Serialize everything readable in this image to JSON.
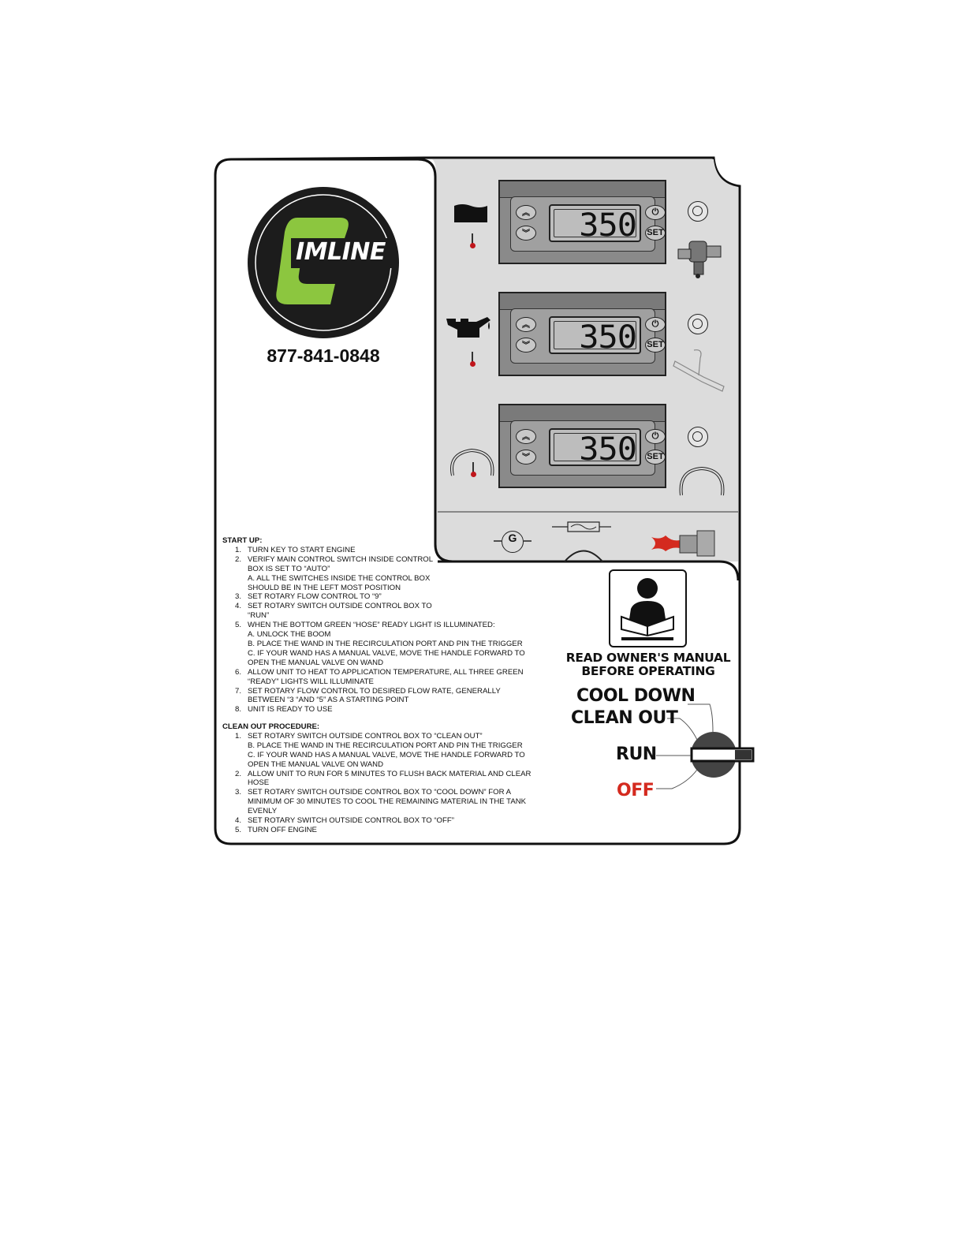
{
  "brand": {
    "logo_text": "IMLINE",
    "phone": "877-841-0848",
    "accent_green": "#8cc63f",
    "logo_black": "#1c1c1c"
  },
  "controllers": [
    {
      "readout": "350",
      "up_icon": "chevron-up-icon",
      "down_icon": "chevron-down-icon",
      "onoff_label": "⏻",
      "set_label": "SET",
      "left_icon": "tank-level-icon",
      "right_icon": "burner-valve-icon"
    },
    {
      "readout": "350",
      "up_icon": "chevron-up-icon",
      "down_icon": "chevron-down-icon",
      "onoff_label": "⏻",
      "set_label": "SET",
      "left_icon": "oil-can-icon",
      "right_icon": "wand-icon"
    },
    {
      "readout": "350",
      "up_icon": "chevron-up-icon",
      "down_icon": "chevron-down-icon",
      "onoff_label": "⏻",
      "set_label": "SET",
      "left_icon": "hose-icon",
      "right_icon": "hose-icon"
    }
  ],
  "bottom_strip": {
    "gauge_label": "G",
    "icons": [
      "fuse-icon",
      "flame-icon"
    ]
  },
  "startup": {
    "title": "START UP:",
    "lines": [
      {
        "num": "1.",
        "text": "TURN KEY TO START ENGINE",
        "indent": 1
      },
      {
        "num": "2.",
        "text": "VERIFY MAIN CONTROL SWITCH INSIDE CONTROL",
        "indent": 1
      },
      {
        "num": "",
        "text": "BOX IS SET TO “AUTO”",
        "indent": 2
      },
      {
        "num": "",
        "text": "A.   ALL THE SWITCHES INSIDE THE CONTROL BOX",
        "indent": 2
      },
      {
        "num": "",
        "text": "SHOULD BE IN THE LEFT MOST POSITION",
        "indent": 2
      },
      {
        "num": "3.",
        "text": "SET ROTARY FLOW CONTROL TO “9”",
        "indent": 1
      },
      {
        "num": "4.",
        "text": "SET ROTARY SWITCH OUTSIDE CONTROL BOX TO",
        "indent": 1
      },
      {
        "num": "",
        "text": "“RUN”",
        "indent": 2
      },
      {
        "num": "5.",
        "text": "WHEN THE BOTTOM GREEN “HOSE” READY LIGHT IS ILLUMINATED:",
        "indent": 1
      },
      {
        "num": "",
        "text": "A.   UNLOCK THE BOOM",
        "indent": 2
      },
      {
        "num": "",
        "text": "B.   PLACE THE WAND IN THE RECIRCULATION PORT AND PIN THE TRIGGER",
        "indent": 2
      },
      {
        "num": "",
        "text": "C.   IF YOUR WAND HAS A MANUAL VALVE, MOVE THE HANDLE FORWARD TO",
        "indent": 2
      },
      {
        "num": "",
        "text": "OPEN THE MANUAL VALVE ON WAND",
        "indent": 2
      },
      {
        "num": "6.",
        "text": "ALLOW UNIT TO HEAT TO APPLICATION TEMPERATURE, ALL THREE GREEN",
        "indent": 1
      },
      {
        "num": "",
        "text": "“READY” LIGHTS WILL ILLUMINATE",
        "indent": 2
      },
      {
        "num": "7.",
        "text": "SET ROTARY FLOW CONTROL TO DESIRED FLOW RATE, GENERALLY",
        "indent": 1
      },
      {
        "num": "",
        "text": "BETWEEN “3 “AND “5” AS A STARTING POINT",
        "indent": 2
      },
      {
        "num": "8.",
        "text": "UNIT IS READY TO USE",
        "indent": 1
      }
    ]
  },
  "cleanout": {
    "title": "CLEAN OUT PROCEDURE:",
    "lines": [
      {
        "num": "1.",
        "text": "SET ROTARY SWITCH OUTSIDE CONTROL BOX TO “CLEAN OUT”",
        "indent": 1
      },
      {
        "num": "",
        "text": "B.   PLACE THE WAND IN THE RECIRCULATION PORT AND PIN THE TRIGGER",
        "indent": 2
      },
      {
        "num": "",
        "text": "C.   IF YOUR WAND HAS A MANUAL VALVE, MOVE THE HANDLE FORWARD TO",
        "indent": 2
      },
      {
        "num": "",
        "text": "OPEN THE MANUAL VALVE ON WAND",
        "indent": 2
      },
      {
        "num": "2.",
        "text": "ALLOW UNIT TO RUN FOR 5 MINUTES TO FLUSH BACK MATERIAL AND CLEAR",
        "indent": 1
      },
      {
        "num": "",
        "text": "HOSE",
        "indent": 2
      },
      {
        "num": "3.",
        "text": "SET ROTARY SWITCH OUTSIDE CONTROL BOX TO “COOL DOWN” FOR A",
        "indent": 1
      },
      {
        "num": "",
        "text": "MINIMUM OF 30 MINUTES TO COOL THE REMAINING MATERIAL IN THE TANK",
        "indent": 2
      },
      {
        "num": "",
        "text": "EVENLY",
        "indent": 2
      },
      {
        "num": "4.",
        "text": "SET ROTARY SWITCH OUTSIDE CONTROL BOX TO “OFF”",
        "indent": 1
      },
      {
        "num": "5.",
        "text": "TURN OFF ENGINE",
        "indent": 1
      }
    ]
  },
  "manual": {
    "icon": "read-manual-icon",
    "line1": "READ OWNER'S MANUAL",
    "line2": "BEFORE OPERATING"
  },
  "rotary_switch": {
    "positions": [
      "COOL DOWN",
      "CLEAN OUT",
      "RUN",
      "OFF"
    ],
    "selected": "RUN",
    "off_color": "#d42a1f"
  }
}
